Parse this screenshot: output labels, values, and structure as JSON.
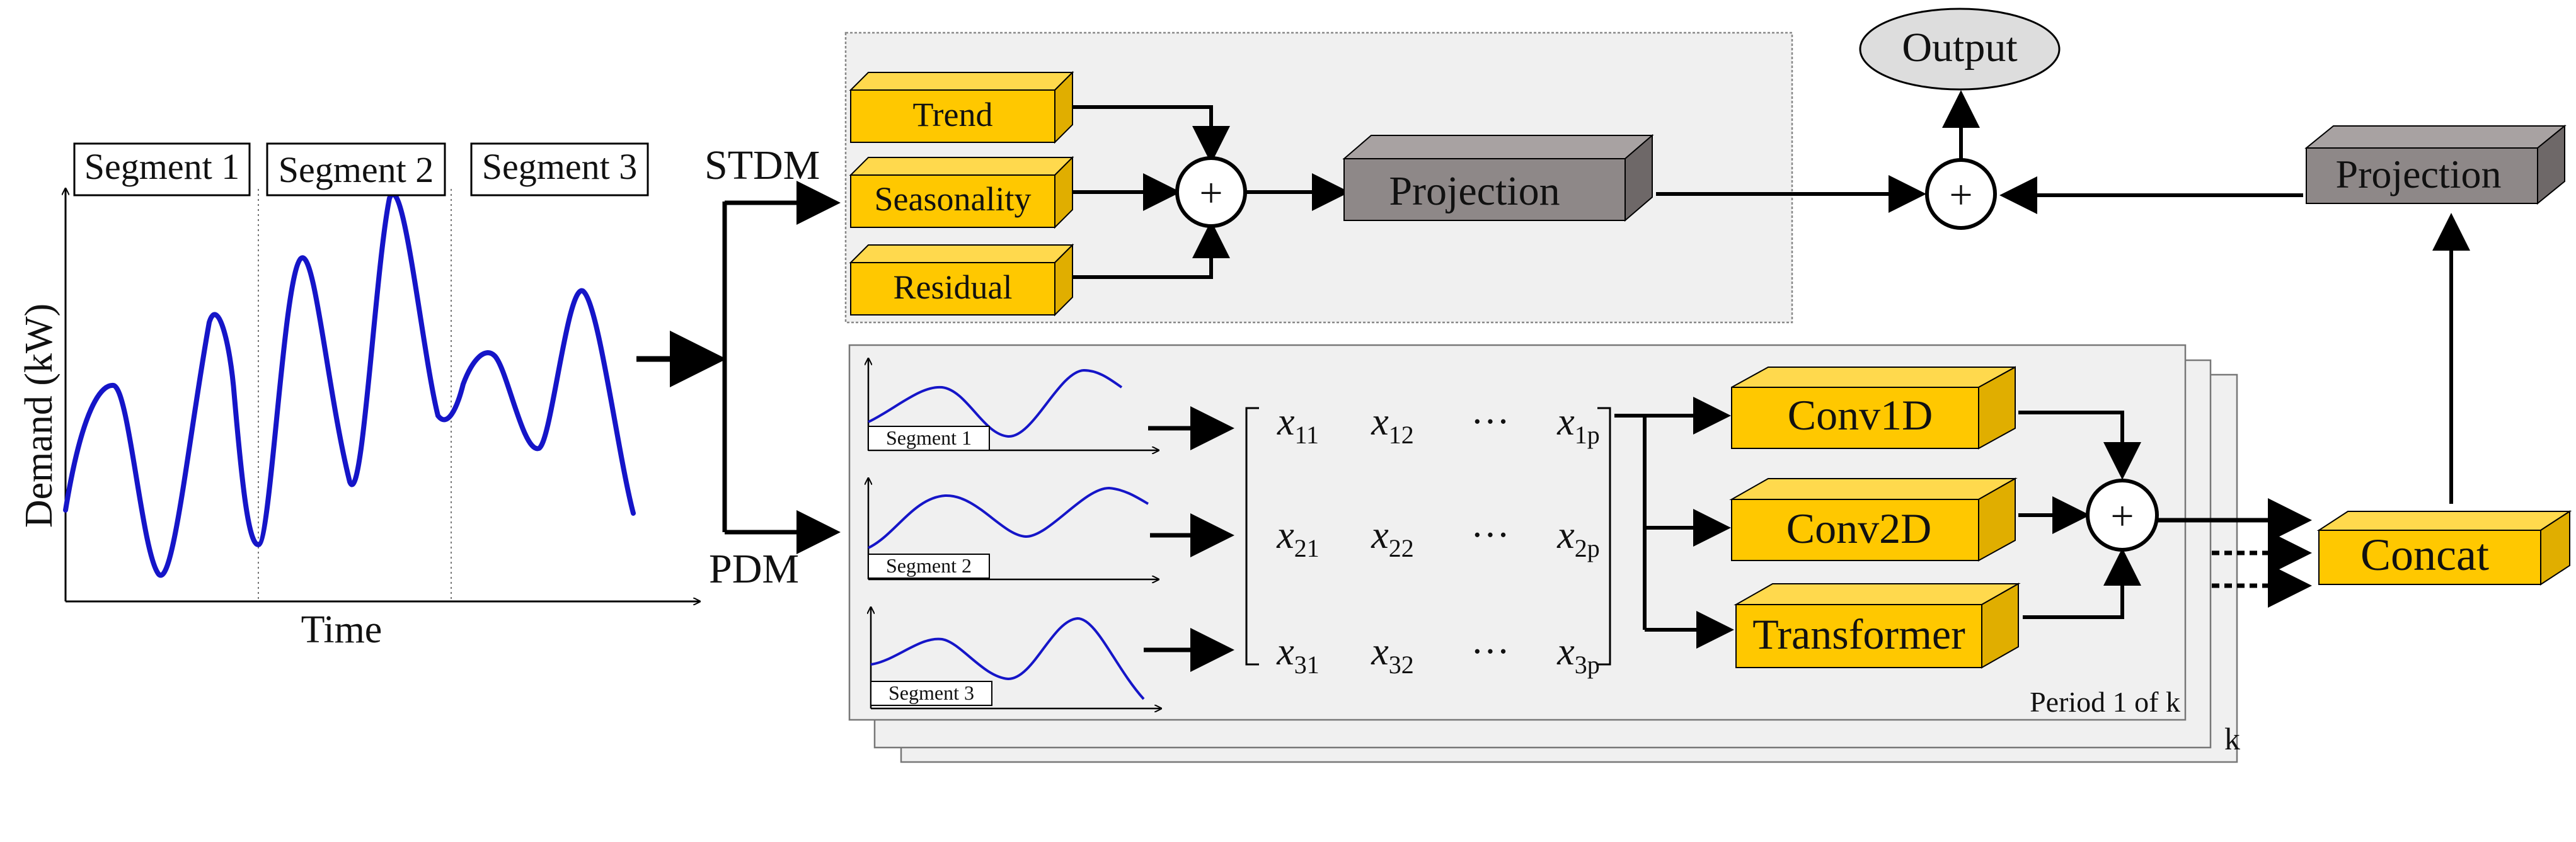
{
  "input_plot": {
    "ylabel": "Demand (kW)",
    "xlabel": "Time",
    "segments": [
      "Segment 1",
      "Segment 2",
      "Segment 3"
    ]
  },
  "branches": {
    "stdm": "STDM",
    "pdm": "PDM"
  },
  "stdm": {
    "components": [
      "Trend",
      "Seasonality",
      "Residual"
    ],
    "projection": "Projection"
  },
  "output": "Output",
  "right_projection": "Projection",
  "concat": "Concat",
  "pdm": {
    "segments": [
      "Segment 1",
      "Segment 2",
      "Segment 3"
    ],
    "matrix": [
      [
        "x",
        "11"
      ],
      [
        "x",
        "12"
      ],
      [
        "···",
        ""
      ],
      [
        "x",
        "1p"
      ],
      [
        "x",
        "21"
      ],
      [
        "x",
        "22"
      ],
      [
        "···",
        ""
      ],
      [
        "x",
        "2p"
      ],
      [
        "x",
        "31"
      ],
      [
        "x",
        "32"
      ],
      [
        "···",
        ""
      ],
      [
        "x",
        "3p"
      ]
    ],
    "modules": [
      "Conv1D",
      "Conv2D",
      "Transformer"
    ],
    "period_label": "Period 1 of k",
    "stack_label": "k"
  },
  "symbols": {
    "plus": "+"
  },
  "colors": {
    "yellow": "#FFC800",
    "yellow_top": "#FFD94D",
    "yellow_side": "#E0AE00",
    "gray_block": "#8E8888",
    "gray_top": "#A8A2A2",
    "gray_side": "#6E6868",
    "panel": "#F0F0F0",
    "signal": "#1515C8"
  }
}
